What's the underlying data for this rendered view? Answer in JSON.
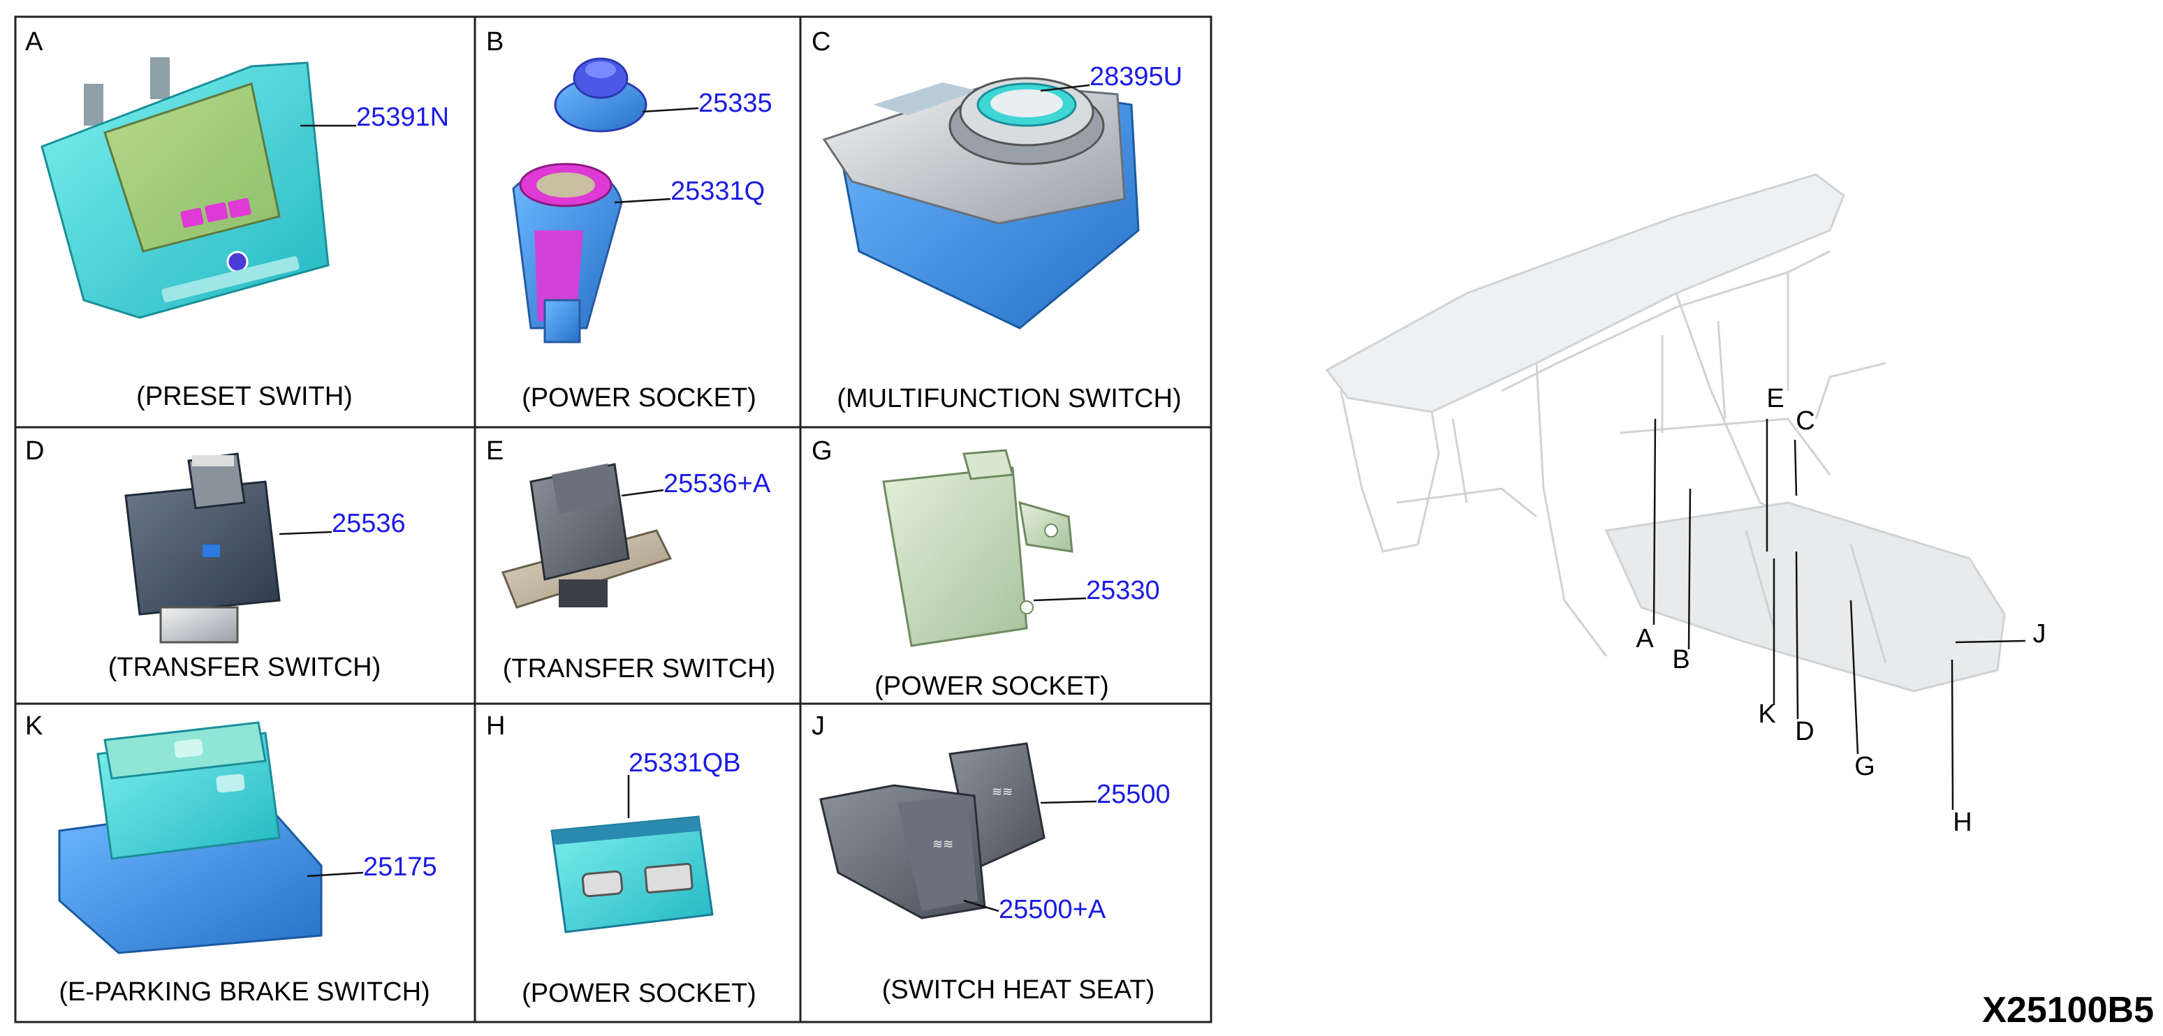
{
  "cells": {
    "A": {
      "letter": "A",
      "part": "25391N",
      "caption": "(PRESET SWITH)"
    },
    "B": {
      "letter": "B",
      "part_1": "25335",
      "part_2": "25331Q",
      "caption": "(POWER SOCKET)"
    },
    "C": {
      "letter": "C",
      "part": "28395U",
      "caption": "(MULTIFUNCTION SWITCH)"
    },
    "D": {
      "letter": "D",
      "part": "25536",
      "caption": "(TRANSFER SWITCH)"
    },
    "E": {
      "letter": "E",
      "part": "25536+A",
      "caption": "(TRANSFER SWITCH)"
    },
    "G": {
      "letter": "G",
      "part": "25330",
      "caption": "(POWER SOCKET)"
    },
    "K": {
      "letter": "K",
      "part": "25175",
      "caption": "(E-PARKING BRAKE SWITCH)"
    },
    "H": {
      "letter": "H",
      "part": "25331QB",
      "caption": "(POWER SOCKET)"
    },
    "J": {
      "letter": "J",
      "part_1": "25500",
      "part_2": "25500+A",
      "caption": "(SWITCH HEAT SEAT)"
    }
  },
  "overview_callouts": {
    "A": "A",
    "B": "B",
    "C": "C",
    "D": "D",
    "E": "E",
    "G": "G",
    "H": "H",
    "J": "J",
    "K": "K"
  },
  "diagram_id": "X25100B5",
  "colors": {
    "part_number": "#1a1ae6",
    "cyan_part": "#3fd6d6",
    "blue_part": "#3a8fe0",
    "grey_part": "#5d6570",
    "green_part": "#c9dcc0",
    "beige_part": "#c8bca8",
    "magenta": "#e03ad6",
    "ghost_dash": "#cfd3d6"
  }
}
